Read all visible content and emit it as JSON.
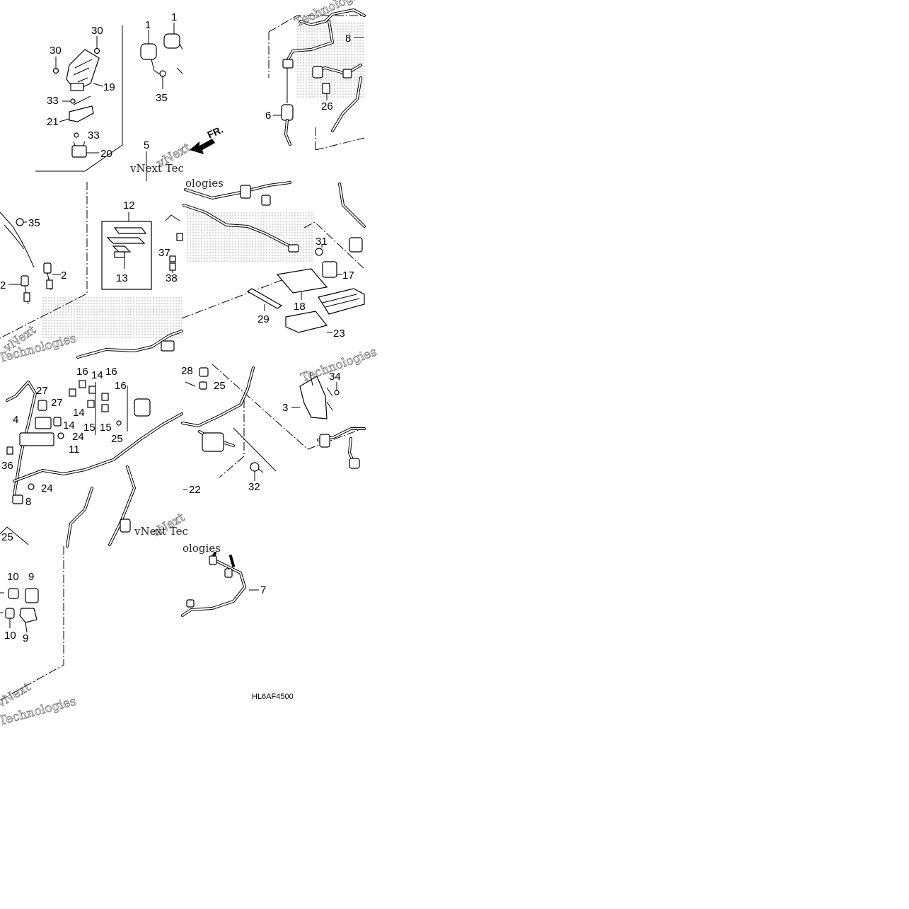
{
  "diagram_code": "HL6AF4500",
  "direction_label": "FR.",
  "watermark": {
    "line1": "vNext",
    "line2": "Technologies",
    "small1": "vNext Tec",
    "small2": "ologies"
  },
  "callouts": {
    "c1a": "1",
    "c1b": "1",
    "c2a": "2",
    "c2b": "2",
    "c3": "3",
    "c4": "4",
    "c5": "5",
    "c6": "6",
    "c7": "7",
    "c8a": "8",
    "c8b": "8",
    "c9a": "9",
    "c9b": "9",
    "c10a": "10",
    "c10b": "10",
    "c11": "11",
    "c12": "12",
    "c13": "13",
    "c14a": "14",
    "c14b": "14",
    "c14c": "14",
    "c15a": "15",
    "c15b": "15",
    "c16a": "16",
    "c16b": "16",
    "c16c": "16",
    "c17": "17",
    "c18": "18",
    "c19": "19",
    "c20": "20",
    "c21": "21",
    "c22": "22",
    "c23": "23",
    "c24a": "24",
    "c24b": "24",
    "c25a": "25",
    "c25b": "25",
    "c25c": "25",
    "c26": "26",
    "c27a": "27",
    "c27b": "27",
    "c28": "28",
    "c29": "29",
    "c30a": "30",
    "c30b": "30",
    "c31": "31",
    "c32": "32",
    "c33a": "33",
    "c33b": "33",
    "c34": "34",
    "c35a": "35",
    "c35b": "35",
    "c36": "36",
    "c37": "37",
    "c38": "38"
  }
}
